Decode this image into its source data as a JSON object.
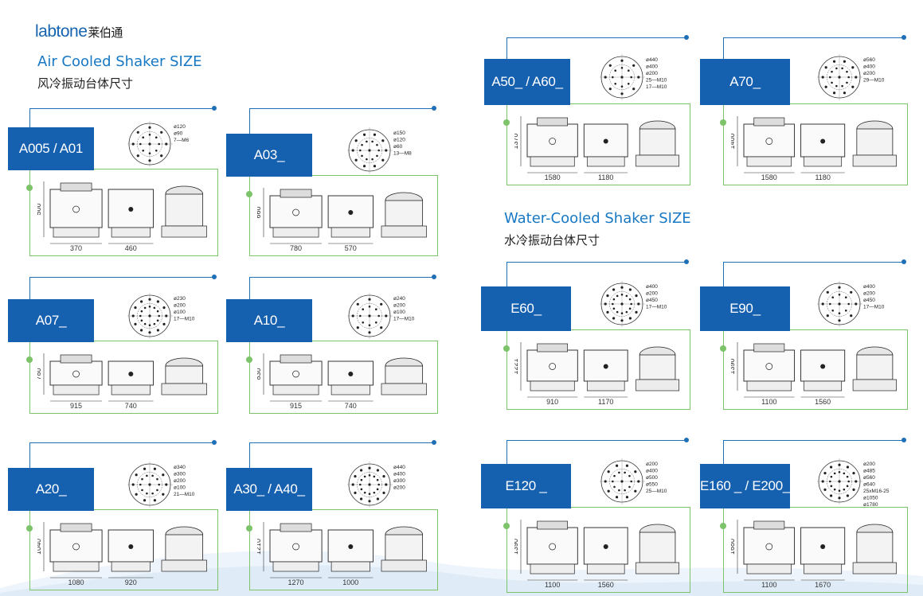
{
  "brand": {
    "name_en": "labtone",
    "name_cn": "莱伯通"
  },
  "air": {
    "title_en": "Air Cooled Shaker SIZE",
    "title_cn": "风冷振动台体尺寸"
  },
  "water": {
    "title_en": "Water-Cooled Shaker  SIZE",
    "title_cn": "水冷振动台体尺寸"
  },
  "colors": {
    "label_bg": "#1660b0",
    "frame": "#7cc36a",
    "leader": "#1f6fb6",
    "title": "#1778c4"
  },
  "cards": [
    {
      "label": "A005 / A01",
      "h": "500",
      "w1": "370",
      "w2": "460",
      "pcd": [
        "ø120",
        "ø90",
        "7—M6"
      ]
    },
    {
      "label": "A03_",
      "h": "660",
      "w1": "780",
      "w2": "570",
      "pcd": [
        "ø150",
        "ø120",
        "ø60",
        "13—M8"
      ]
    },
    {
      "label": "A07_",
      "h": "780",
      "w1": "915",
      "w2": "740",
      "pcd": [
        "ø230",
        "ø200",
        "ø100",
        "17—M10"
      ]
    },
    {
      "label": "A10_",
      "h": "830",
      "w1": "915",
      "w2": "740",
      "pcd": [
        "ø240",
        "ø200",
        "ø100",
        "17—M10"
      ]
    },
    {
      "label": "A20_",
      "h": "1040",
      "w1": "1080",
      "w2": "920",
      "pcd": [
        "ø340",
        "ø300",
        "ø200",
        "ø100",
        "21—M10"
      ]
    },
    {
      "label": "A30_ / A40_",
      "h": "1210",
      "w1": "1270",
      "w2": "1000",
      "pcd": [
        "ø440",
        "ø400",
        "ø300",
        "ø200"
      ]
    },
    {
      "label": "A50_ / A60_",
      "h": "1370",
      "w1": "1580",
      "w2": "1180",
      "pcd": [
        "ø440",
        "ø400",
        "ø200",
        "25—M10",
        "17—M10"
      ]
    },
    {
      "label": "A70_",
      "h": "1400",
      "w1": "1580",
      "w2": "1180",
      "pcd": [
        "ø560",
        "ø400",
        "ø200",
        "29—M10"
      ]
    },
    {
      "label": "E60_",
      "h": "1221",
      "w1": "910",
      "w2": "1170",
      "pcd": [
        "ø400",
        "ø200",
        "ø450",
        "17—M10"
      ]
    },
    {
      "label": "E90_",
      "h": "1390",
      "w1": "1100",
      "w2": "1560",
      "pcd": [
        "ø400",
        "ø200",
        "ø450",
        "17—M10"
      ]
    },
    {
      "label": "E120 _",
      "h": "1390",
      "w1": "1100",
      "w2": "1560",
      "pcd": [
        "ø200",
        "ø400",
        "ø500",
        "ø550",
        "25—M10"
      ]
    },
    {
      "label": "E160 _ / E200_",
      "h": "1680",
      "w1": "1100",
      "w2": "1670",
      "pcd": [
        "ø200",
        "ø485",
        "ø560",
        "ø640",
        "25xM16-25",
        "ø1050",
        "ø1780"
      ]
    }
  ]
}
